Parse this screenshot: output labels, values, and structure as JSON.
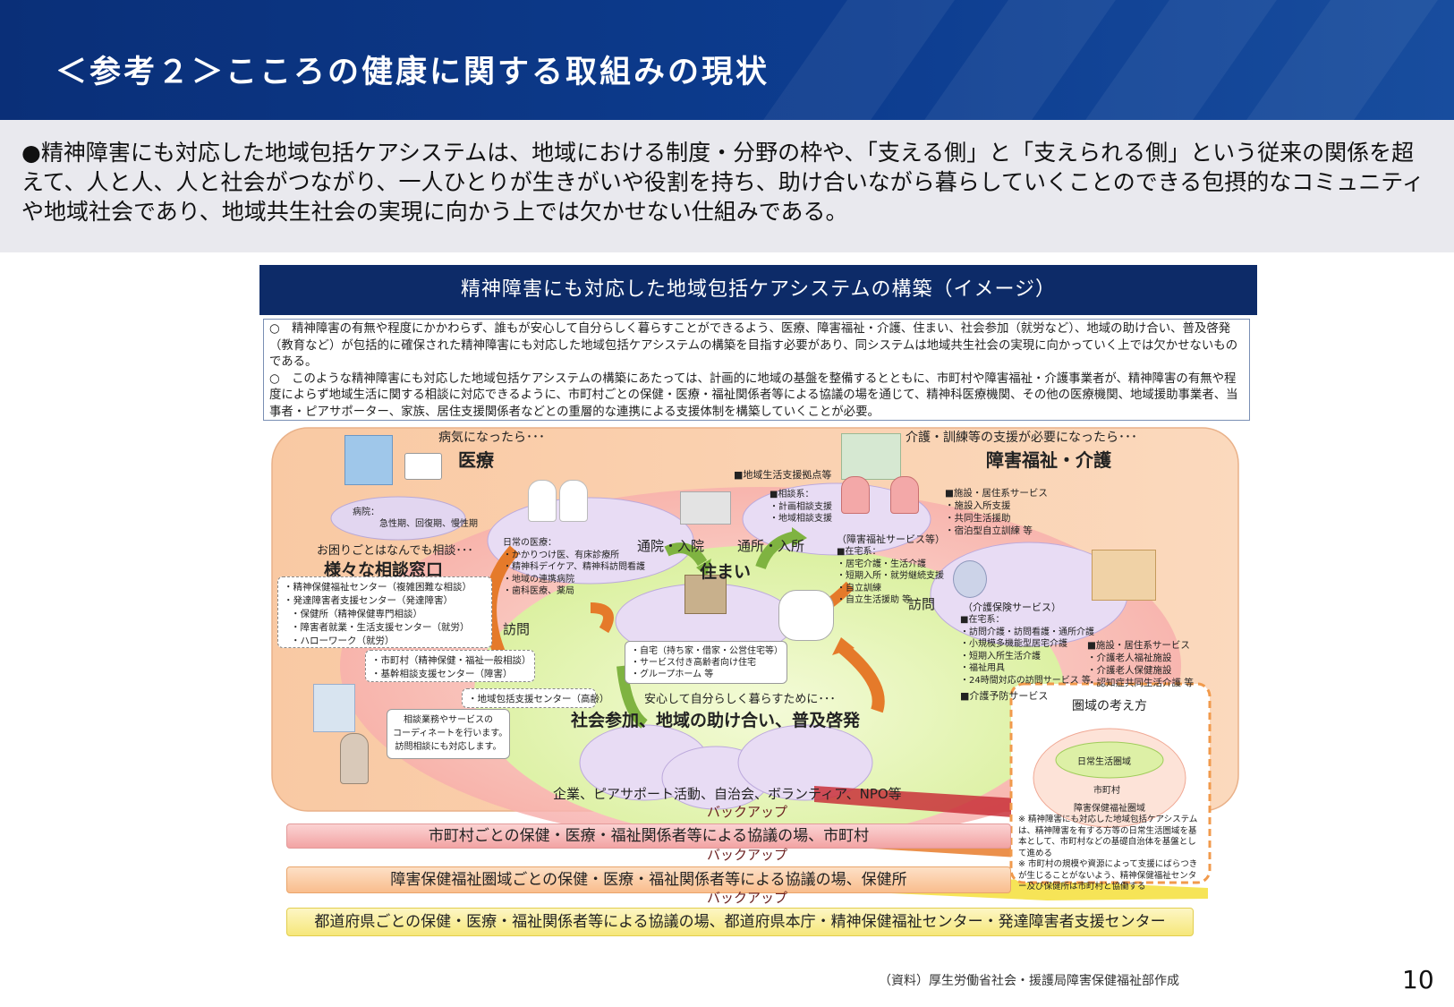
{
  "header": {
    "title": "＜参考２＞こころの健康に関する取組みの現状"
  },
  "lead": {
    "text": "●精神障害にも対応した地域包括ケアシステムは、地域における制度・分野の枠や、「支える側」と「支えられる側」という従来の関係を超えて、人と人、人と社会がつながり、一人ひとりが生きがいや役割を持ち、助け合いながら暮らしていくことのできる包摂的なコミュニティや地域社会であり、地域共生社会の実現に向かう上では欠かせない仕組みである。"
  },
  "diagram": {
    "title": "精神障害にも対応した地域包括ケアシステムの構築（イメージ）",
    "notes": [
      "○　精神障害の有無や程度にかかわらず、誰もが安心して自分らしく暮らすことができるよう、医療、障害福祉・介護、住まい、社会参加（就労など）、地域の助け合い、普及啓発（教育など）が包括的に確保された精神障害にも対応した地域包括ケアシステムの構築を目指す必要があり、同システムは地域共生社会の実現に向かっていく上では欠かせないものである。",
      "○　このような精神障害にも対応した地域包括ケアシステムの構築にあたっては、計画的に地域の基盤を整備するとともに、市町村や障害福祉・介護事業者が、精神障害の有無や程度によらず地域生活に関する相談に対応できるように、市町村ごとの保健・医療・福祉関係者等による協議の場を通じて、精神科医療機関、その他の医療機関、地域援助事業者、当事者・ピアサポーター、家族、居住支援関係者などとの重層的な連携による支援体制を構築していくことが必要。"
    ],
    "medical": {
      "trigger": "病気になったら･･･",
      "heading": "医療",
      "hospital": [
        "病院：",
        "急性期、回復期、慢性期"
      ],
      "daily": [
        "日常の医療：",
        "・かかりつけ医、有床診療所",
        "・精神科デイケア、精神科訪問看護",
        "・地域の連携病院",
        "・歯科医療、薬局"
      ]
    },
    "welfare": {
      "trigger": "介護・訓練等の支援が必要になったら･･･",
      "heading": "障害福祉・介護",
      "base": "■地域生活支援拠点等",
      "consult": [
        "■相談系：",
        "・計画相談支援",
        "・地域相談支援"
      ],
      "service_label": "（障害福祉サービス等）",
      "facility": [
        "■施設・居住系サービス",
        "・施設入所支援",
        "・共同生活援助",
        "・宿泊型自立訓練 等"
      ],
      "home": [
        "■在宅系：",
        "・居宅介護・生活介護",
        "・短期入所・就労継続支援",
        "・自立訓練",
        "・自立生活援助 等"
      ],
      "kaigo_label": "（介護保険サービス）",
      "kaigo_home": [
        "■在宅系：",
        "・訪問介護・訪問看護・通所介護",
        "・小規模多機能型居宅介護",
        "・短期入所生活介護",
        "・福祉用具",
        "・24時間対応の訪問サービス 等"
      ],
      "kaigo_prevent": "■介護予防サービス",
      "kaigo_facility": [
        "■施設・居住系サービス",
        "・介護老人福祉施設",
        "・介護老人保健施設",
        "・認知症共同生活介護 等"
      ]
    },
    "consult": {
      "trigger": "お困りごとはなんでも相談･･･",
      "heading": "様々な相談窓口",
      "pref": [
        "・精神保健福祉センター（複雑困難な相談）",
        "・発達障害者支援センター（発達障害）",
        "・保健所（精神保健専門相談）",
        "・障害者就業・生活支援センター（就労）",
        "・ハローワーク（就労）"
      ],
      "city": [
        "・市町村（精神保健・福祉一般相談）",
        "・基幹相談支援センター（障害）"
      ],
      "regional": "・地域包括支援センター（高齢）",
      "coordinator": [
        "相談業務やサービスの",
        "コーディネートを行います。",
        "訪問相談にも対応します。"
      ]
    },
    "housing": {
      "heading": "住まい",
      "items": [
        "・自宅（持ち家・借家・公営住宅等）",
        "・サービス付き高齢者向け住宅",
        "・グループホーム 等"
      ]
    },
    "arrows": {
      "visit_left": "訪問",
      "visit_right": "訪問",
      "hospital_in": "通院・入院",
      "facility_in": "通所・入所"
    },
    "social": {
      "trigger": "安心して自分らしく暮らすために･･･",
      "heading": "社会参加、地域の助け合い、普及啓発",
      "actors": "企業、ピアサポート活動、自治会、ボランティア、NPO等"
    },
    "area": {
      "heading": "圏域の考え方",
      "inner": "日常生活圏域",
      "middle": "市町村",
      "outer": "障害保健福祉圏域",
      "notes": [
        "※ 精神障害にも対応した地域包括ケアシステムは、精神障害を有する方等の日常生活圏域を基本として、市町村などの基礎自治体を基盤として進める",
        "※ 市町村の規模や資源によって支援にばらつきが生じることがないよう、精神保健福祉センター及び保健所は市町村と協働する"
      ]
    },
    "backup": "バックアップ",
    "bands": [
      "市町村ごとの保健・医療・福祉関係者等による協議の場、市町村",
      "障害保健福祉圏域ごとの保健・医療・福祉関係者等による協議の場、保健所",
      "都道府県ごとの保健・医療・福祉関係者等による協議の場、都道府県本庁・精神保健福祉センター・発達障害者支援センター"
    ]
  },
  "footer": {
    "source": "（資料）厚生労働省社会・援護局障害保健福祉部作成",
    "page": "10"
  }
}
